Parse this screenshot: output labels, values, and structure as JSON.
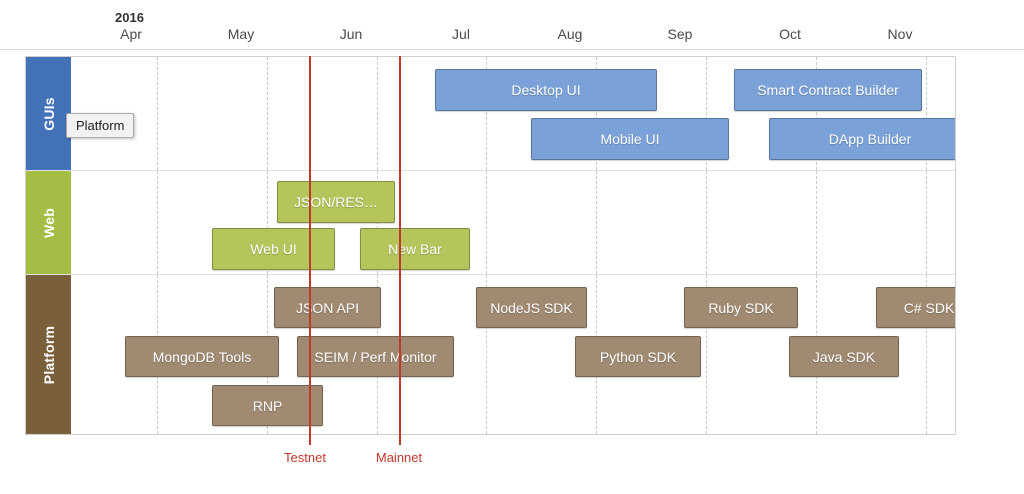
{
  "chart_data": {
    "type": "bar",
    "title": "",
    "xlabel": "",
    "ylabel": "",
    "grid": true,
    "legend_position": "none",
    "year": "2016",
    "axis_months": [
      "Apr",
      "May",
      "Jun",
      "Jul",
      "Aug",
      "Sep",
      "Oct",
      "Nov"
    ],
    "lanes": [
      {
        "name": "GUIs",
        "color": "#4472b8",
        "bar_color": "#7ba2d8",
        "tasks": [
          {
            "label": "Desktop UI",
            "start": "Jun 28",
            "end": "Aug 21",
            "row": 0
          },
          {
            "label": "Smart Contract Builder",
            "start": "Sep 12",
            "end": "Oct 27",
            "row": 0
          },
          {
            "label": "Mobile UI",
            "start": "Jul 25",
            "end": "Sep 12",
            "row": 1
          },
          {
            "label": "DApp Builder",
            "start": "Sep 28",
            "end": "Nov 15",
            "row": 1
          }
        ]
      },
      {
        "name": "Web",
        "color": "#a3bd45",
        "bar_color": "#b5c55c",
        "tasks": [
          {
            "label": "JSON/RES…",
            "start": "May 06",
            "end": "Jun 08",
            "row": 0
          },
          {
            "label": "Web UI",
            "start": "Apr 22",
            "end": "Jun 01",
            "row": 1
          },
          {
            "label": "New Bar",
            "start": "May 27",
            "end": "Jun 27",
            "row": 1
          }
        ]
      },
      {
        "name": "Platform",
        "color": "#79603a",
        "bar_color": "#a08a72",
        "tasks": [
          {
            "label": "NodeJS SDK",
            "start": "Jul 06",
            "end": "Aug 08",
            "row": 0
          },
          {
            "label": "JSON API",
            "start": "May 13",
            "end": "Jun 14",
            "row": 0
          },
          {
            "label": "Ruby SDK",
            "start": "Sep 01",
            "end": "Oct 03",
            "row": 0
          },
          {
            "label": "C# SDK",
            "start": "Oct 23",
            "end": "Nov 22",
            "row": 0
          },
          {
            "label": "MongoDB Tools",
            "start": "Apr 12",
            "end": "May 26",
            "row": 1
          },
          {
            "label": "SEIM / Perf Monitor",
            "start": "May 19",
            "end": "Jul 01",
            "row": 1
          },
          {
            "label": "Python SDK",
            "start": "Jul 28",
            "end": "Sep 02",
            "row": 1
          },
          {
            "label": "Java SDK",
            "start": "Sep 24",
            "end": "Oct 25",
            "row": 1
          },
          {
            "label": "RNP",
            "start": "Apr 26",
            "end": "May 28",
            "row": 2
          }
        ]
      }
    ],
    "milestones": [
      {
        "label": "Testnet",
        "date": "Jun 01"
      },
      {
        "label": "Mainnet",
        "date": "Jun 27"
      }
    ]
  },
  "tooltip": {
    "text": "Platform"
  }
}
